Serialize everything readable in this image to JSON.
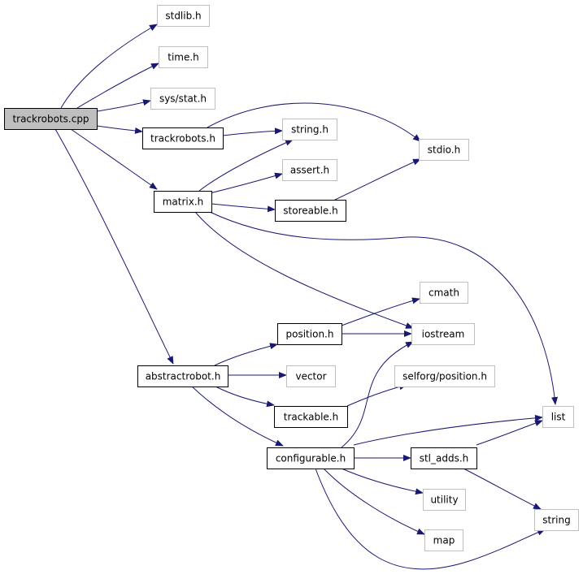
{
  "graph": {
    "colors": {
      "edge": "#191970",
      "root_fill": "#bfbfbf",
      "internal_stroke": "#000000",
      "external_stroke": "#bfbfbf",
      "background": "#ffffff"
    },
    "nodes": [
      {
        "id": "trackrobots_cpp",
        "label": "trackrobots.cpp",
        "kind": "root"
      },
      {
        "id": "stdlib_h",
        "label": "stdlib.h",
        "kind": "external"
      },
      {
        "id": "time_h",
        "label": "time.h",
        "kind": "external"
      },
      {
        "id": "sys_stat_h",
        "label": "sys/stat.h",
        "kind": "external"
      },
      {
        "id": "trackrobots_h",
        "label": "trackrobots.h",
        "kind": "internal"
      },
      {
        "id": "string_h",
        "label": "string.h",
        "kind": "external"
      },
      {
        "id": "stdio_h",
        "label": "stdio.h",
        "kind": "external"
      },
      {
        "id": "assert_h",
        "label": "assert.h",
        "kind": "external"
      },
      {
        "id": "matrix_h",
        "label": "matrix.h",
        "kind": "internal"
      },
      {
        "id": "storeable_h",
        "label": "storeable.h",
        "kind": "internal"
      },
      {
        "id": "cmath",
        "label": "cmath",
        "kind": "external"
      },
      {
        "id": "position_h",
        "label": "position.h",
        "kind": "internal"
      },
      {
        "id": "iostream",
        "label": "iostream",
        "kind": "external"
      },
      {
        "id": "abstractrobot_h",
        "label": "abstractrobot.h",
        "kind": "internal"
      },
      {
        "id": "vector",
        "label": "vector",
        "kind": "external"
      },
      {
        "id": "selforg_position_h",
        "label": "selforg/position.h",
        "kind": "external"
      },
      {
        "id": "trackable_h",
        "label": "trackable.h",
        "kind": "internal"
      },
      {
        "id": "list",
        "label": "list",
        "kind": "external"
      },
      {
        "id": "configurable_h",
        "label": "configurable.h",
        "kind": "internal"
      },
      {
        "id": "stl_adds_h",
        "label": "stl_adds.h",
        "kind": "internal"
      },
      {
        "id": "utility",
        "label": "utility",
        "kind": "external"
      },
      {
        "id": "string",
        "label": "string",
        "kind": "external"
      },
      {
        "id": "map",
        "label": "map",
        "kind": "external"
      }
    ],
    "edges": [
      {
        "from": "trackrobots_cpp",
        "to": "stdlib_h"
      },
      {
        "from": "trackrobots_cpp",
        "to": "time_h"
      },
      {
        "from": "trackrobots_cpp",
        "to": "sys_stat_h"
      },
      {
        "from": "trackrobots_cpp",
        "to": "trackrobots_h"
      },
      {
        "from": "trackrobots_cpp",
        "to": "matrix_h"
      },
      {
        "from": "trackrobots_cpp",
        "to": "abstractrobot_h"
      },
      {
        "from": "trackrobots_h",
        "to": "stdio_h"
      },
      {
        "from": "trackrobots_h",
        "to": "string_h"
      },
      {
        "from": "matrix_h",
        "to": "string_h"
      },
      {
        "from": "matrix_h",
        "to": "assert_h"
      },
      {
        "from": "matrix_h",
        "to": "storeable_h"
      },
      {
        "from": "matrix_h",
        "to": "list"
      },
      {
        "from": "matrix_h",
        "to": "iostream"
      },
      {
        "from": "storeable_h",
        "to": "stdio_h"
      },
      {
        "from": "abstractrobot_h",
        "to": "position_h"
      },
      {
        "from": "abstractrobot_h",
        "to": "vector"
      },
      {
        "from": "abstractrobot_h",
        "to": "trackable_h"
      },
      {
        "from": "abstractrobot_h",
        "to": "configurable_h"
      },
      {
        "from": "position_h",
        "to": "cmath"
      },
      {
        "from": "position_h",
        "to": "iostream"
      },
      {
        "from": "trackable_h",
        "to": "selforg_position_h"
      },
      {
        "from": "configurable_h",
        "to": "iostream"
      },
      {
        "from": "configurable_h",
        "to": "list"
      },
      {
        "from": "configurable_h",
        "to": "stl_adds_h"
      },
      {
        "from": "configurable_h",
        "to": "utility"
      },
      {
        "from": "configurable_h",
        "to": "map"
      },
      {
        "from": "configurable_h",
        "to": "string"
      },
      {
        "from": "stl_adds_h",
        "to": "list"
      },
      {
        "from": "stl_adds_h",
        "to": "string"
      }
    ]
  }
}
